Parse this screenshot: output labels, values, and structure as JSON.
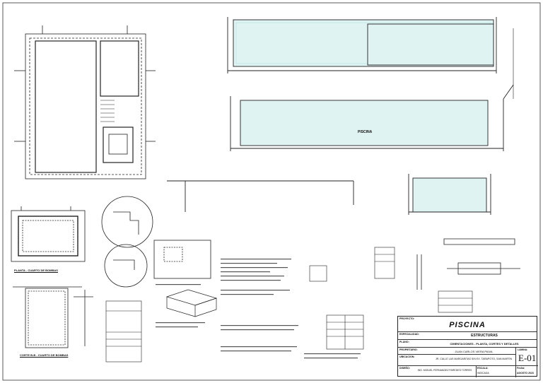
{
  "captions": {
    "planta_cuarto_bombas": "PLANTA - CUARTO DE BOMBAS",
    "corte_cuarto_bombas": "CORTE B-B - CUARTO DE BOMBAS",
    "piscina_section": "PISCINA"
  },
  "title_block": {
    "project_label": "PROYECTO:",
    "project_name": "PISCINA",
    "specialty_label": "ESPECIALIDAD:",
    "specialty": "ESTRUCTURAS",
    "plan_label": "PLANO:",
    "plan": "CIMENTACIONES - PLANTA, CORTES Y DETALLES",
    "owner_label": "PROPIETARIO:",
    "owner": "JUAN CARLOS VIERA PAIVA",
    "location_label": "UBICACION:",
    "location": "JR. CALLE LAS MARGARITAS S/N EX. TARAPOTO, SAN MARTIN",
    "sheet_label": "LAMINA:",
    "sheet": "E-01",
    "drawn_label": "DISEÑO:",
    "drawn": "ING. MIGUEL FERNANDEZ PAREDES TORRES",
    "scale_label": "ESCALA:",
    "scale": "INDICADA",
    "date_label": "Fecha:",
    "date": "AGOSTO 2023"
  },
  "colors": {
    "ink": "#222222",
    "water": "#dff3f3",
    "grid": "#9fd4d4"
  }
}
